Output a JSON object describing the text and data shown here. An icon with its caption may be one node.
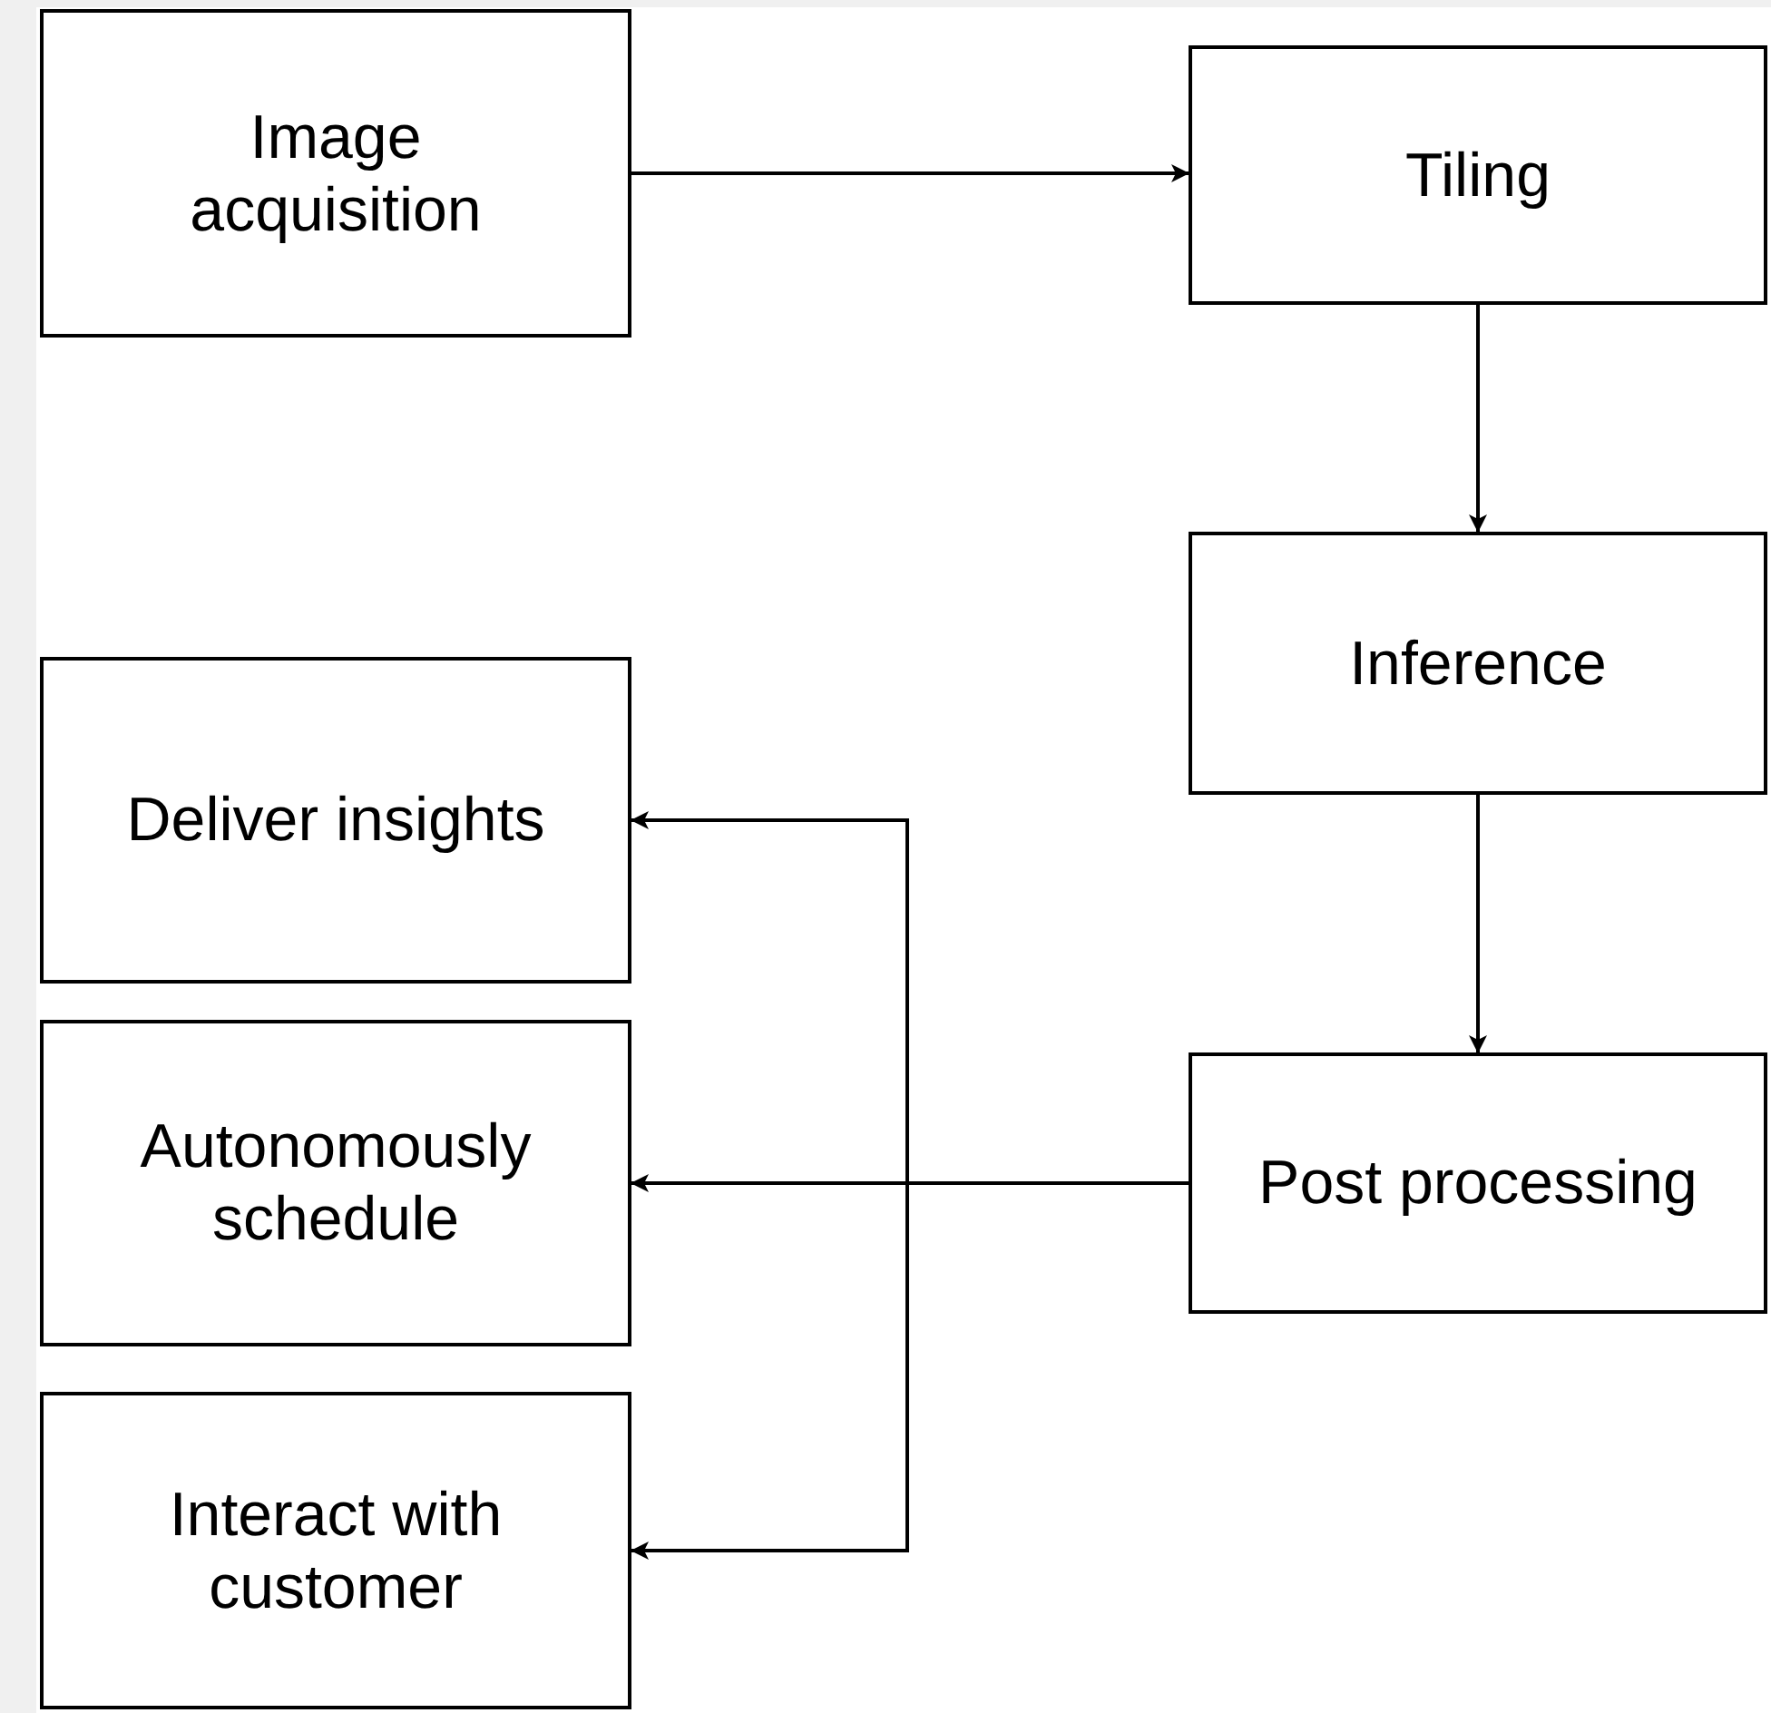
{
  "diagram": {
    "nodes": [
      {
        "text": [
          "Image acquisition"
        ]
      },
      {
        "text": [
          "Tiling"
        ]
      },
      {
        "text": [
          "Inference"
        ]
      },
      {
        "text": [
          "Post processing"
        ]
      },
      {
        "text": [
          "Deliver insights"
        ]
      },
      {
        "text": [
          "Autonomously schedule"
        ]
      },
      {
        "text": [
          "Interact with customer"
        ]
      }
    ],
    "edges": [
      {
        "from": 0,
        "to": 1,
        "arrow": "to"
      },
      {
        "from": 1,
        "to": 2,
        "arrow": "to"
      },
      {
        "from": 2,
        "to": 3,
        "arrow": "to"
      },
      {
        "from": 3,
        "to": 4,
        "arrow": "to"
      },
      {
        "from": 3,
        "to": 5,
        "arrow": "to"
      },
      {
        "from": 3,
        "to": 6,
        "arrow": "to"
      }
    ]
  }
}
